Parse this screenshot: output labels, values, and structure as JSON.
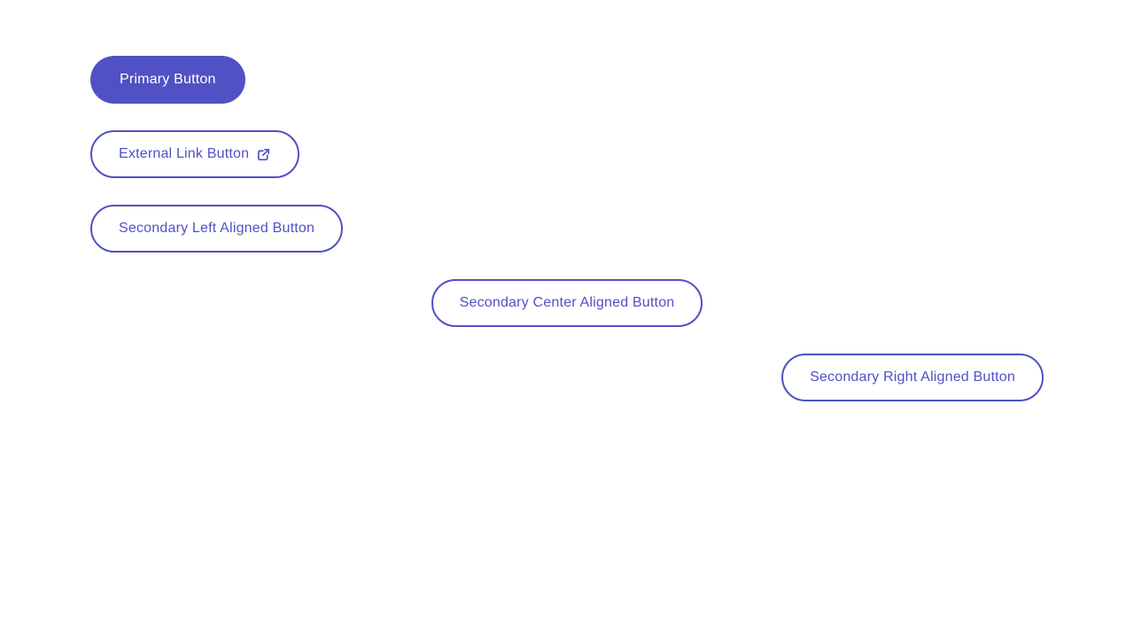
{
  "page": {
    "background_color": "#ffffff",
    "accent_color": "#5051C5"
  },
  "buttons": [
    {
      "label": "Primary Button",
      "variant": "primary",
      "align": "left"
    },
    {
      "label": "External Link Button",
      "variant": "secondary",
      "align": "left",
      "icon": "external-link-icon"
    },
    {
      "label": "Secondary Left Aligned Button",
      "variant": "secondary",
      "align": "left"
    },
    {
      "label": "Secondary Center Aligned Button",
      "variant": "secondary",
      "align": "center"
    },
    {
      "label": "Secondary Right Aligned Button",
      "variant": "secondary",
      "align": "right"
    }
  ]
}
